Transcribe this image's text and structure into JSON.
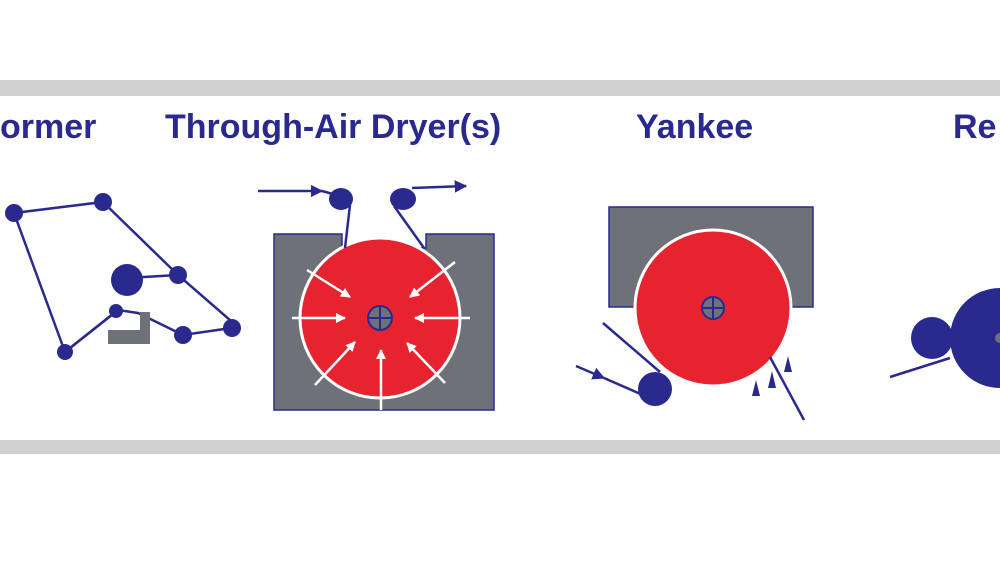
{
  "stages": [
    {
      "id": "former",
      "label": "ormer"
    },
    {
      "id": "through-air-dryer",
      "label": "Through-Air Dryer(s)"
    },
    {
      "id": "yankee",
      "label": "Yankee"
    },
    {
      "id": "reel",
      "label": "Re"
    }
  ],
  "colors": {
    "navy": "#2a2a8e",
    "red": "#e6232f",
    "gray": "#6e7278",
    "band": "#d1d1d1",
    "arrow": "#ffffff"
  }
}
